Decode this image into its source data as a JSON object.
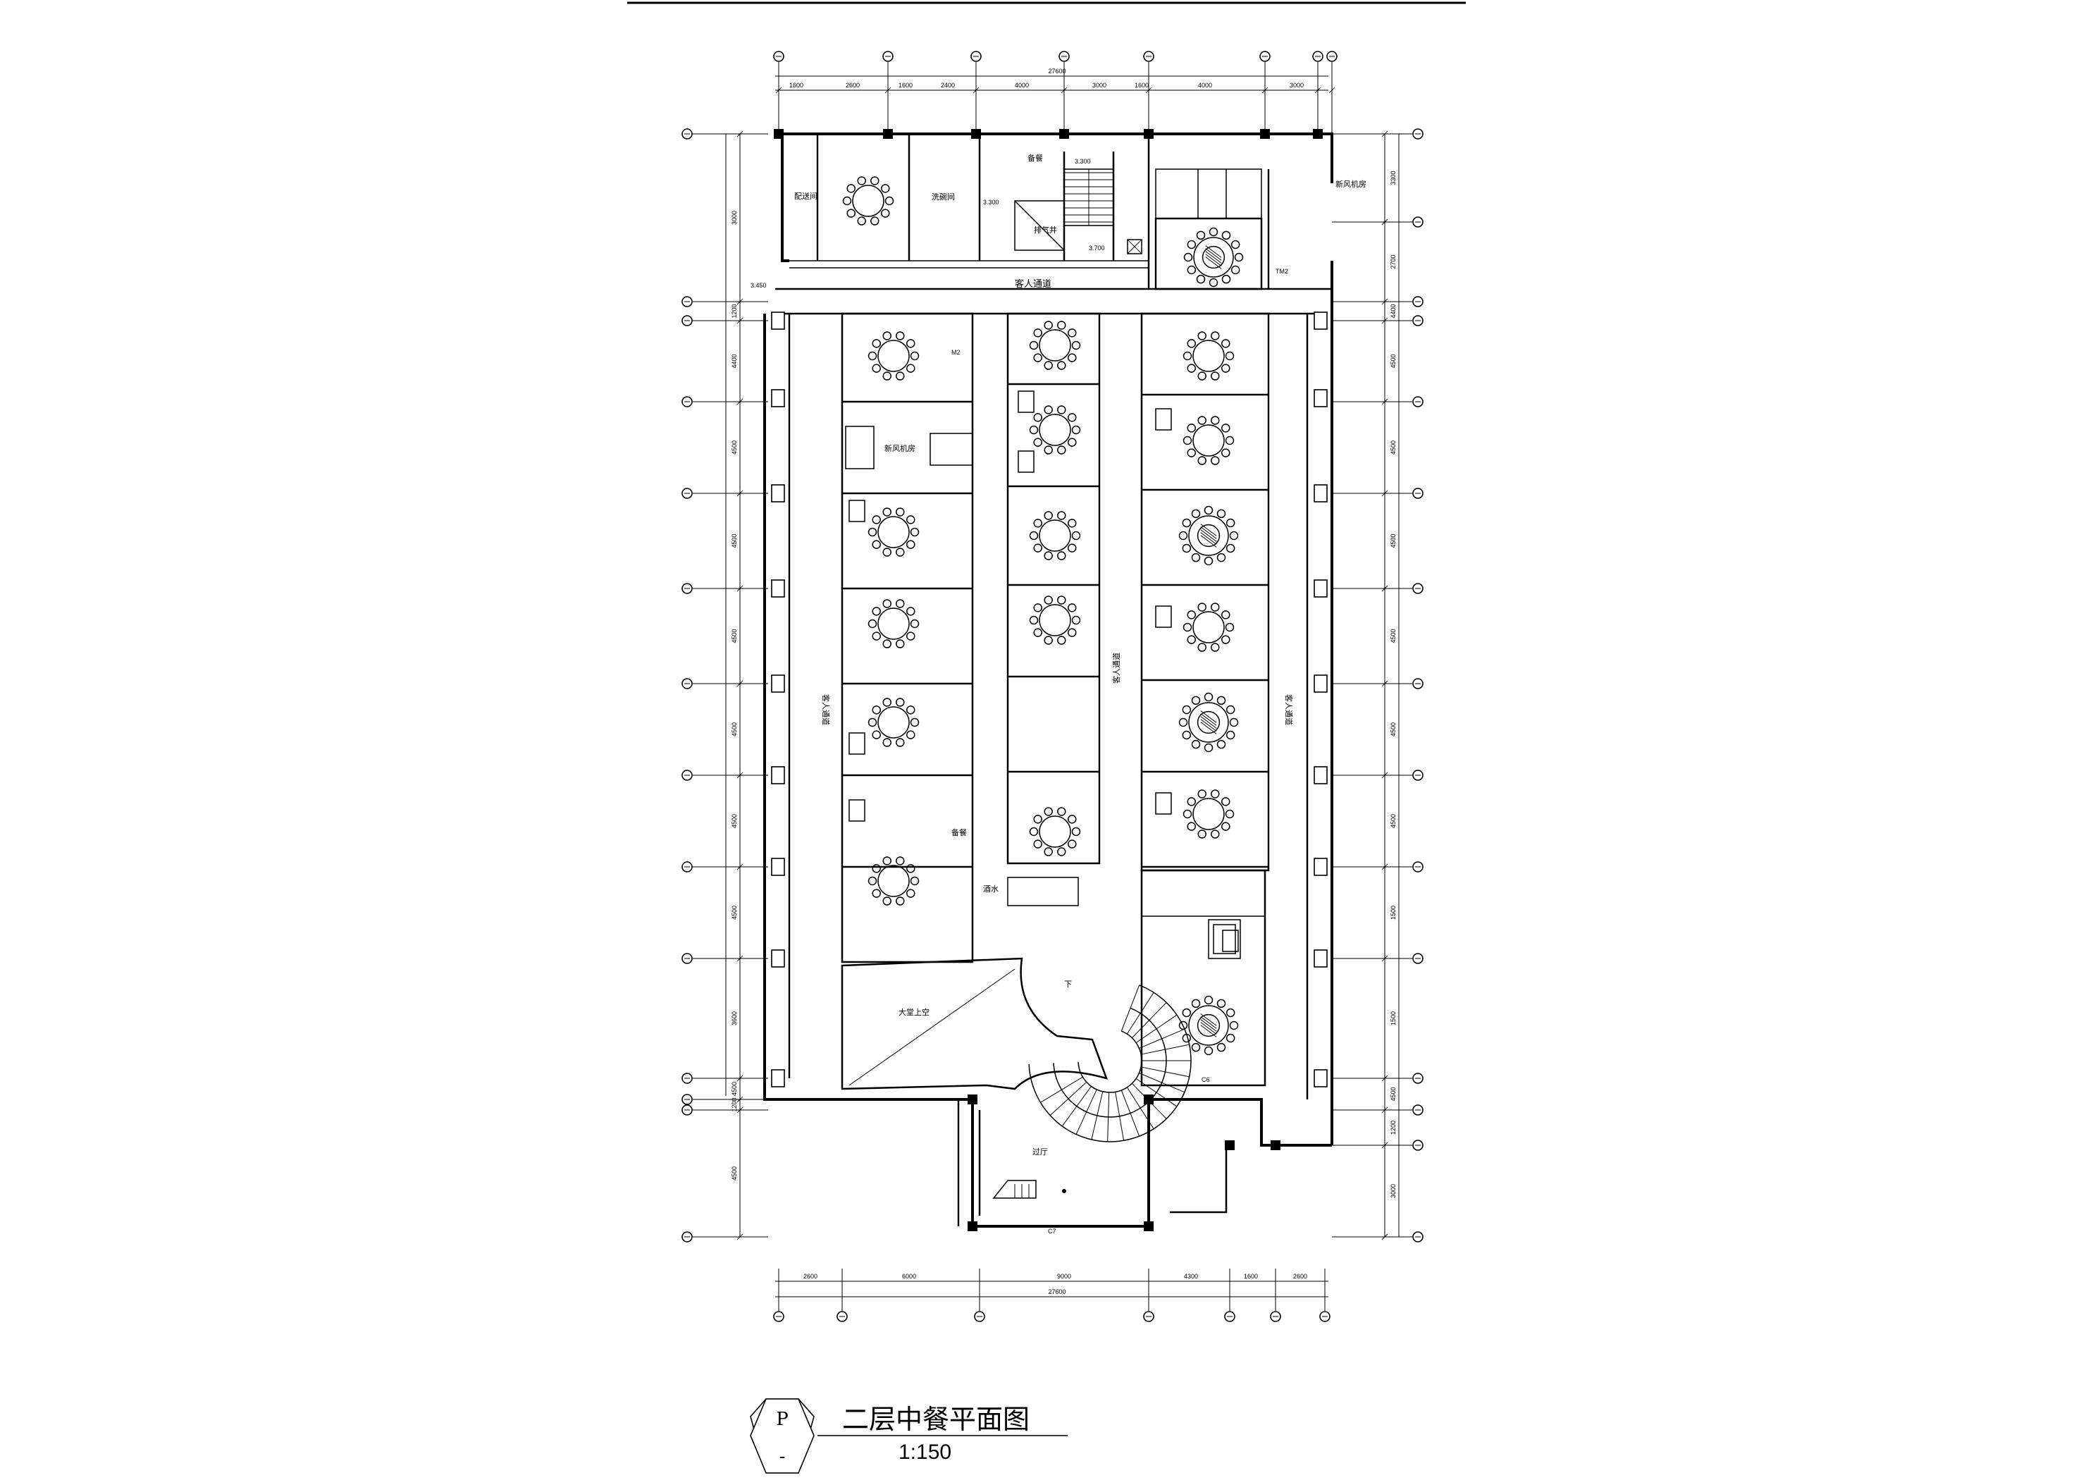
{
  "title": {
    "text": "二层中餐平面图",
    "scale": "1:150",
    "index_letter": "P",
    "index_sub": "-"
  },
  "labels": {
    "storage_top": "配送间",
    "laundry": "洗碗间",
    "prep": "备餐",
    "exhaust": "排气井",
    "fresh_air": "新风机房",
    "fresh_air_left": "新风机房",
    "guest_corridor": "客人通道",
    "prep2": "备餐",
    "wine": "酒水",
    "atrium": "大堂上空",
    "down": "下",
    "hall": "过厅",
    "door_c7": "C7",
    "door_c6": "C6",
    "door_tm2": "TM2",
    "door_m2": "M2",
    "elev_a": "3.300",
    "elev_b": "3.300",
    "elev_c": "3.700",
    "elev_d": "3.450",
    "corridor_left": "客人通道",
    "corridor_mid": "客人通道",
    "corridor_right": "客人通道"
  },
  "dimensions": {
    "top_total": "27600",
    "bottom_total": "27600",
    "top_segments": [
      "1600",
      "2600",
      "1600",
      "2400",
      "4000",
      "3000",
      "1600",
      "4000",
      "3000"
    ],
    "bottom_segments": [
      "2600",
      "6000",
      "9000",
      "4300",
      "1600",
      "2600"
    ],
    "left_segments": [
      "3000",
      "1200",
      "4400",
      "4500",
      "4500",
      "4500",
      "4500",
      "4500",
      "4500",
      "3600",
      "4500",
      "1200",
      "4500"
    ],
    "right_segments": [
      "3300",
      "2700",
      "4400",
      "4500",
      "4500",
      "4500",
      "4500",
      "4500",
      "4500",
      "1500",
      "1500",
      "4500",
      "1200",
      "3000"
    ]
  },
  "colors": {
    "line": "#000000",
    "paper": "#ffffff"
  }
}
